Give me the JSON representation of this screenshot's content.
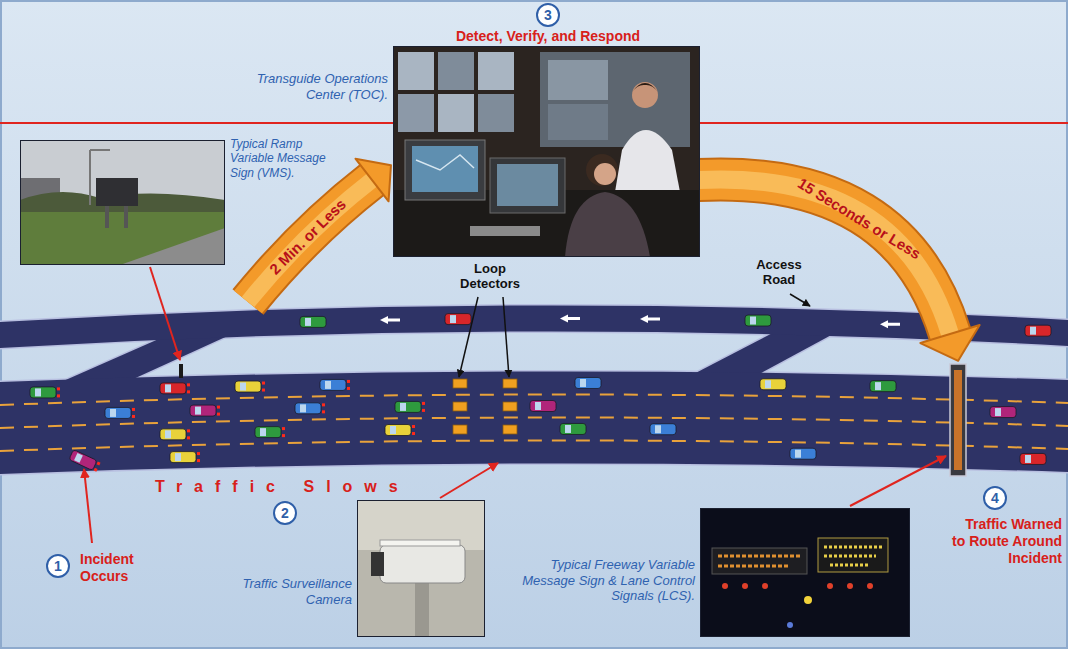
{
  "diagram": {
    "nodes": [
      {
        "text": [
          "3"
        ]
      },
      {
        "text": [
          "Transguide Operations Center (TOC)."
        ]
      },
      {
        "text": [
          "Typical Ramp Variable Message Sign (VMS)."
        ]
      },
      {
        "text": [
          "4"
        ]
      },
      {
        "text": [
          "Traffic Surveillance Camera"
        ]
      },
      {
        "text": [
          "Typical Freeway Variable Message Sign & Lane Control Signals (LCS)."
        ]
      },
      {
        "text": [
          "2"
        ]
      },
      {
        "text": [
          "1"
        ]
      }
    ],
    "labels": [
      "Detect, Verify, and Respond",
      "2 Min. or Less",
      "15 Seconds or Less",
      "Loop Detectors",
      "Access Road",
      "Traffic Slows",
      "Traffic Warned to Route Around Incident",
      "Incident Occurs"
    ]
  }
}
